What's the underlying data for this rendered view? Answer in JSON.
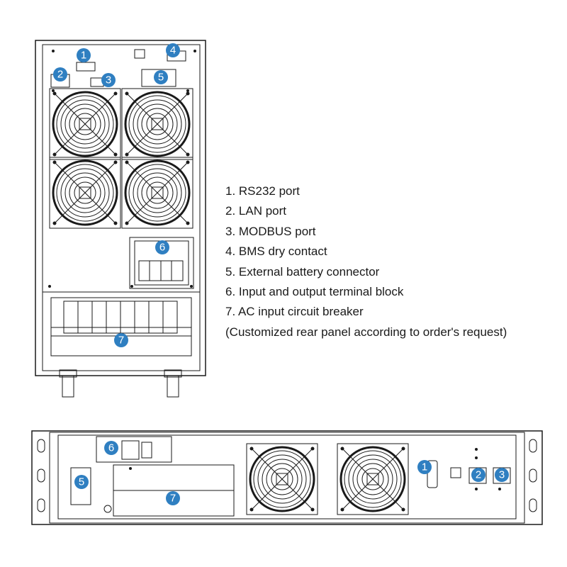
{
  "legend": {
    "items": [
      "1. RS232 port",
      "2. LAN port",
      "3. MODBUS port",
      "4. BMS dry contact",
      "5. External battery connector",
      "6. Input and output terminal block",
      "7. AC input circuit breaker"
    ],
    "note": "(Customized rear panel according to order's request)"
  },
  "tower_badges": [
    "1",
    "2",
    "3",
    "4",
    "5",
    "6",
    "7"
  ],
  "rack_badges": [
    "1",
    "2",
    "3",
    "5",
    "6",
    "7"
  ],
  "colors": {
    "badge": "#2f7fc1",
    "line": "#1a1a1a",
    "background": "#ffffff"
  }
}
